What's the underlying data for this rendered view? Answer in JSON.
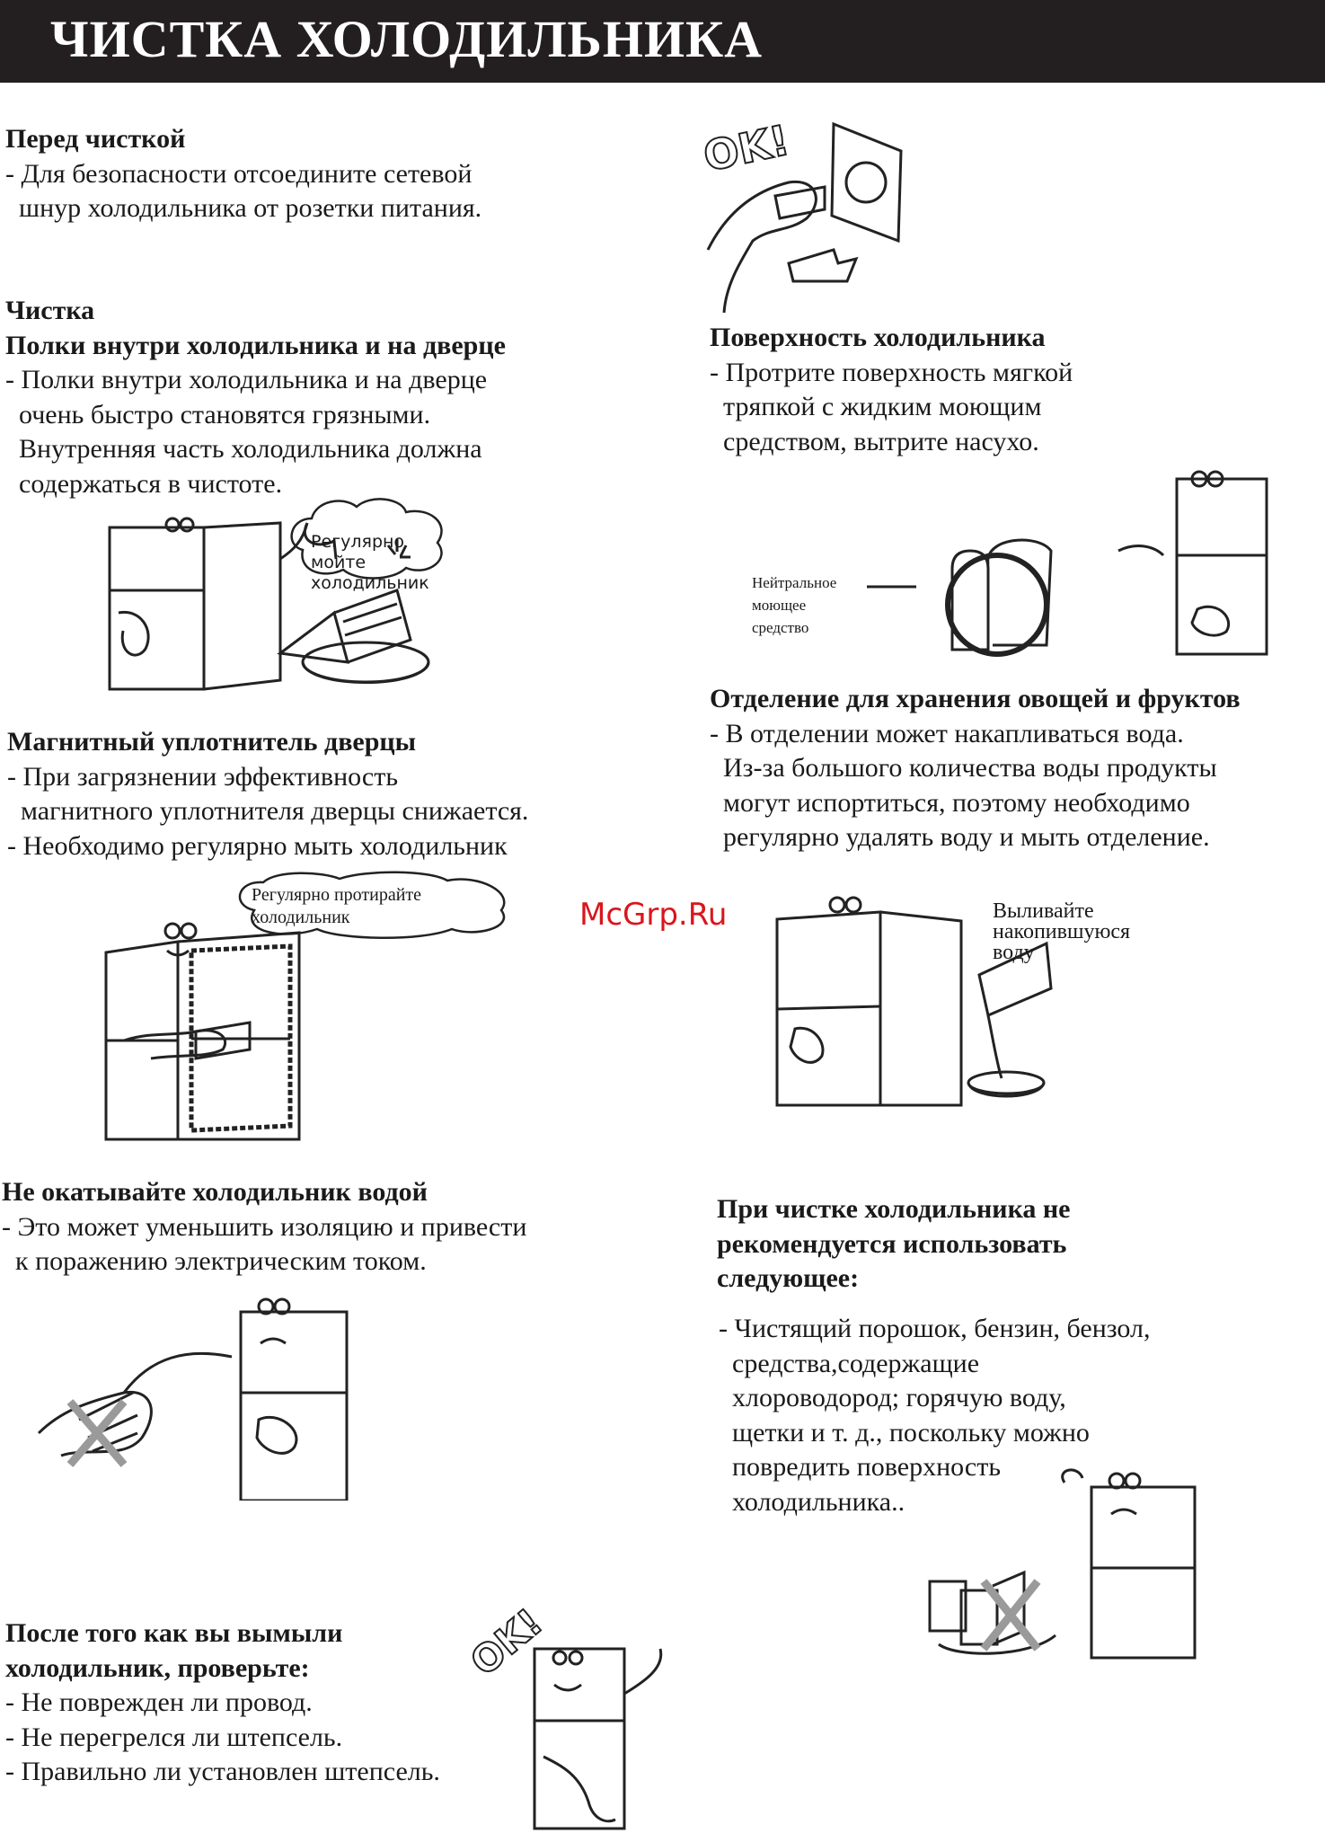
{
  "title": "ЧИСТКА ХОЛОДИЛЬНИКА",
  "watermark": "McGrp.Ru",
  "before_cleaning": {
    "heading": "Перед чисткой",
    "line1": "- Для безопасности отсоедините сетевой",
    "line2": "шнур холодильника от розетки питания."
  },
  "cleaning": {
    "heading": "Чистка",
    "subheading": "Полки внутри холодильника и на дверце",
    "line1": "- Полки внутри холодильника и на дверце",
    "line2": "очень быстро становятся грязными.",
    "line3": "Внутренняя часть холодильника должна",
    "line4": "содержаться в чистоте.",
    "bubble_line1": "Регулярно мойте",
    "bubble_line2": "холодильник"
  },
  "magnetic_seal": {
    "heading": "Магнитный уплотнитель дверцы",
    "line1": "- При загрязнении эффективность",
    "line2": "магнитного уплотнителя дверцы снижается.",
    "line3": "- Необходимо регулярно мыть холодильник",
    "bubble_line1": "Регулярно протирайте",
    "bubble_line2": "холодильник"
  },
  "no_water": {
    "heading": "Не окатывайте холодильник водой",
    "line1": "- Это может уменьшить изоляцию и привести",
    "line2": "к поражению электрическим током."
  },
  "after_cleaning": {
    "heading1": "После того как вы вымыли",
    "heading2": "холодильник, проверьте:",
    "line1": "- Не поврежден ли провод.",
    "line2": "- Не перегрелся ли штепсель.",
    "line3": "- Правильно ли установлен штепсель.",
    "ok_text": "OK!"
  },
  "plug_picture": {
    "ok_text": "OK!"
  },
  "surface": {
    "heading": "Поверхность холодильника",
    "line1": "- Протрите поверхность мягкой",
    "line2": "тряпкой с жидким моющим",
    "line3": "средством, вытрите насухо.",
    "detergent_line1": "Нейтральное",
    "detergent_line2": "моющее",
    "detergent_line3": "средство"
  },
  "vegetables": {
    "heading": "Отделение для хранения овощей и фруктов",
    "line1": "- В отделении может накапливаться вода.",
    "line2": "Из-за большого количества воды продукты",
    "line3": "могут испортиться, поэтому необходимо",
    "line4": "регулярно удалять воду и мыть отделение.",
    "caption_line1": "Выливайте",
    "caption_line2": "накопившуюся воду"
  },
  "not_recommended": {
    "heading1": "При чистке холодильника не",
    "heading2": "рекомендуется использовать",
    "heading3": "следующее:",
    "line1": "- Чистящий порошок,  бензин, бензол,",
    "line2": "средства,содержащие",
    "line3": "хлороводород;  горячую воду,",
    "line4": "щетки и т. д.,  поскольку можно",
    "line5": "повредить поверхность",
    "line6": "холодильника.."
  }
}
